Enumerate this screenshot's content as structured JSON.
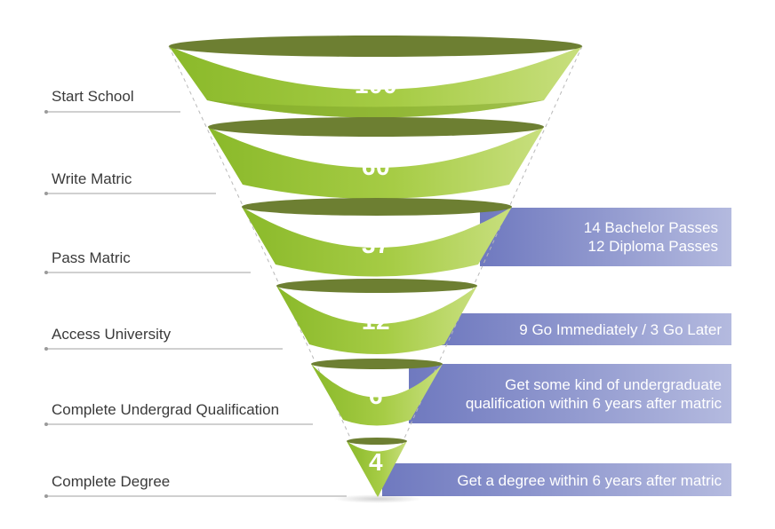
{
  "stages": [
    {
      "label": "Start School",
      "value": "100"
    },
    {
      "label": "Write Matric",
      "value": "60"
    },
    {
      "label": "Pass Matric",
      "value": "37"
    },
    {
      "label": "Access University",
      "value": "12"
    },
    {
      "label": "Complete Undergrad Qualification",
      "value": "6"
    },
    {
      "label": "Complete Degree",
      "value": "4"
    }
  ],
  "notes": {
    "pass_matric": [
      "14 Bachelor Passes",
      "12 Diploma Passes"
    ],
    "access_university": [
      "9 Go Immediately / 3 Go Later"
    ],
    "undergrad": [
      "Get some kind of undergraduate",
      "qualification within 6 years after matric"
    ],
    "degree": [
      "Get a degree within  6 years after matric"
    ]
  },
  "colors": {
    "segment_front_light": "#c2db72",
    "segment_front_dark": "#8ab92a",
    "segment_top": "#6d7f32",
    "note_band": "#8a92cd",
    "label_text": "#3a3a3a",
    "leader_line": "#b5b5b5"
  }
}
